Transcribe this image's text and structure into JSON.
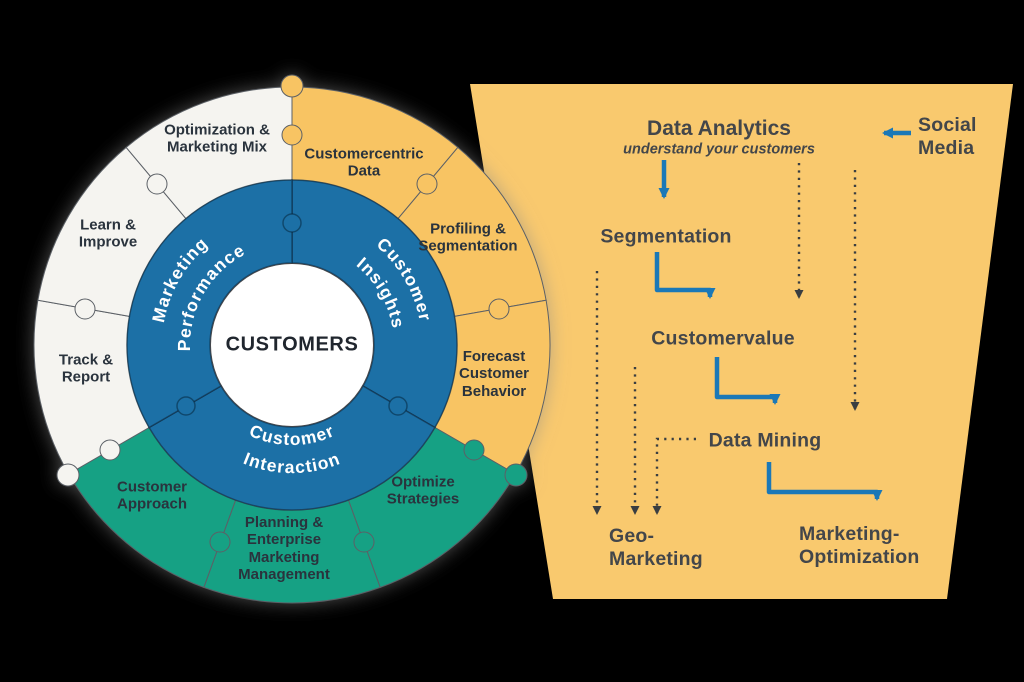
{
  "colors": {
    "background": "#000000",
    "panel": "#F9C96E",
    "orange": "#F8C464",
    "green": "#17A184",
    "white_seg": "#F5F4F0",
    "blue": "#1E6FA6",
    "arrow_blue": "#1B78B7",
    "arrow_dark": "#3A3E41",
    "text_dark": "#2A333D",
    "text_flow": "#43464A",
    "center_text": "#20262E"
  },
  "wheel": {
    "center_label": "CUSTOMERS",
    "inner_segments": [
      {
        "name": "customer-insights",
        "line1": "Customer",
        "line2": "Insights"
      },
      {
        "name": "customer-interaction",
        "line1": "Customer",
        "line2": "Interaction"
      },
      {
        "name": "marketing-performance",
        "line1": "Marketing",
        "line2": "Performance"
      }
    ],
    "outer_segments": [
      {
        "name": "customercentric-data",
        "label": "Customercentric\nData"
      },
      {
        "name": "profiling-segmentation",
        "label": "Profiling &\nSegmentation"
      },
      {
        "name": "forecast-customer-behavior",
        "label": "Forecast\nCustomer\nBehavior"
      },
      {
        "name": "optimize-strategies",
        "label": "Optimize\nStrategies"
      },
      {
        "name": "planning-enterprise-marketing-management",
        "label": "Planning &\nEnterprise\nMarketing\nManagement"
      },
      {
        "name": "customer-approach",
        "label": "Customer\nApproach"
      },
      {
        "name": "track-report",
        "label": "Track &\nReport"
      },
      {
        "name": "learn-improve",
        "label": "Learn &\nImprove"
      },
      {
        "name": "optimization-marketing-mix",
        "label": "Optimization &\nMarketing Mix"
      }
    ]
  },
  "flowchart": {
    "title": "Data Analytics",
    "subtitle": "understand your customers",
    "social_media": "Social\nMedia",
    "segmentation": "Segmentation",
    "customer_value": "Customervalue",
    "data_mining": "Data Mining",
    "geo_marketing": "Geo-\nMarketing",
    "marketing_optimization": "Marketing-\nOptimization"
  }
}
